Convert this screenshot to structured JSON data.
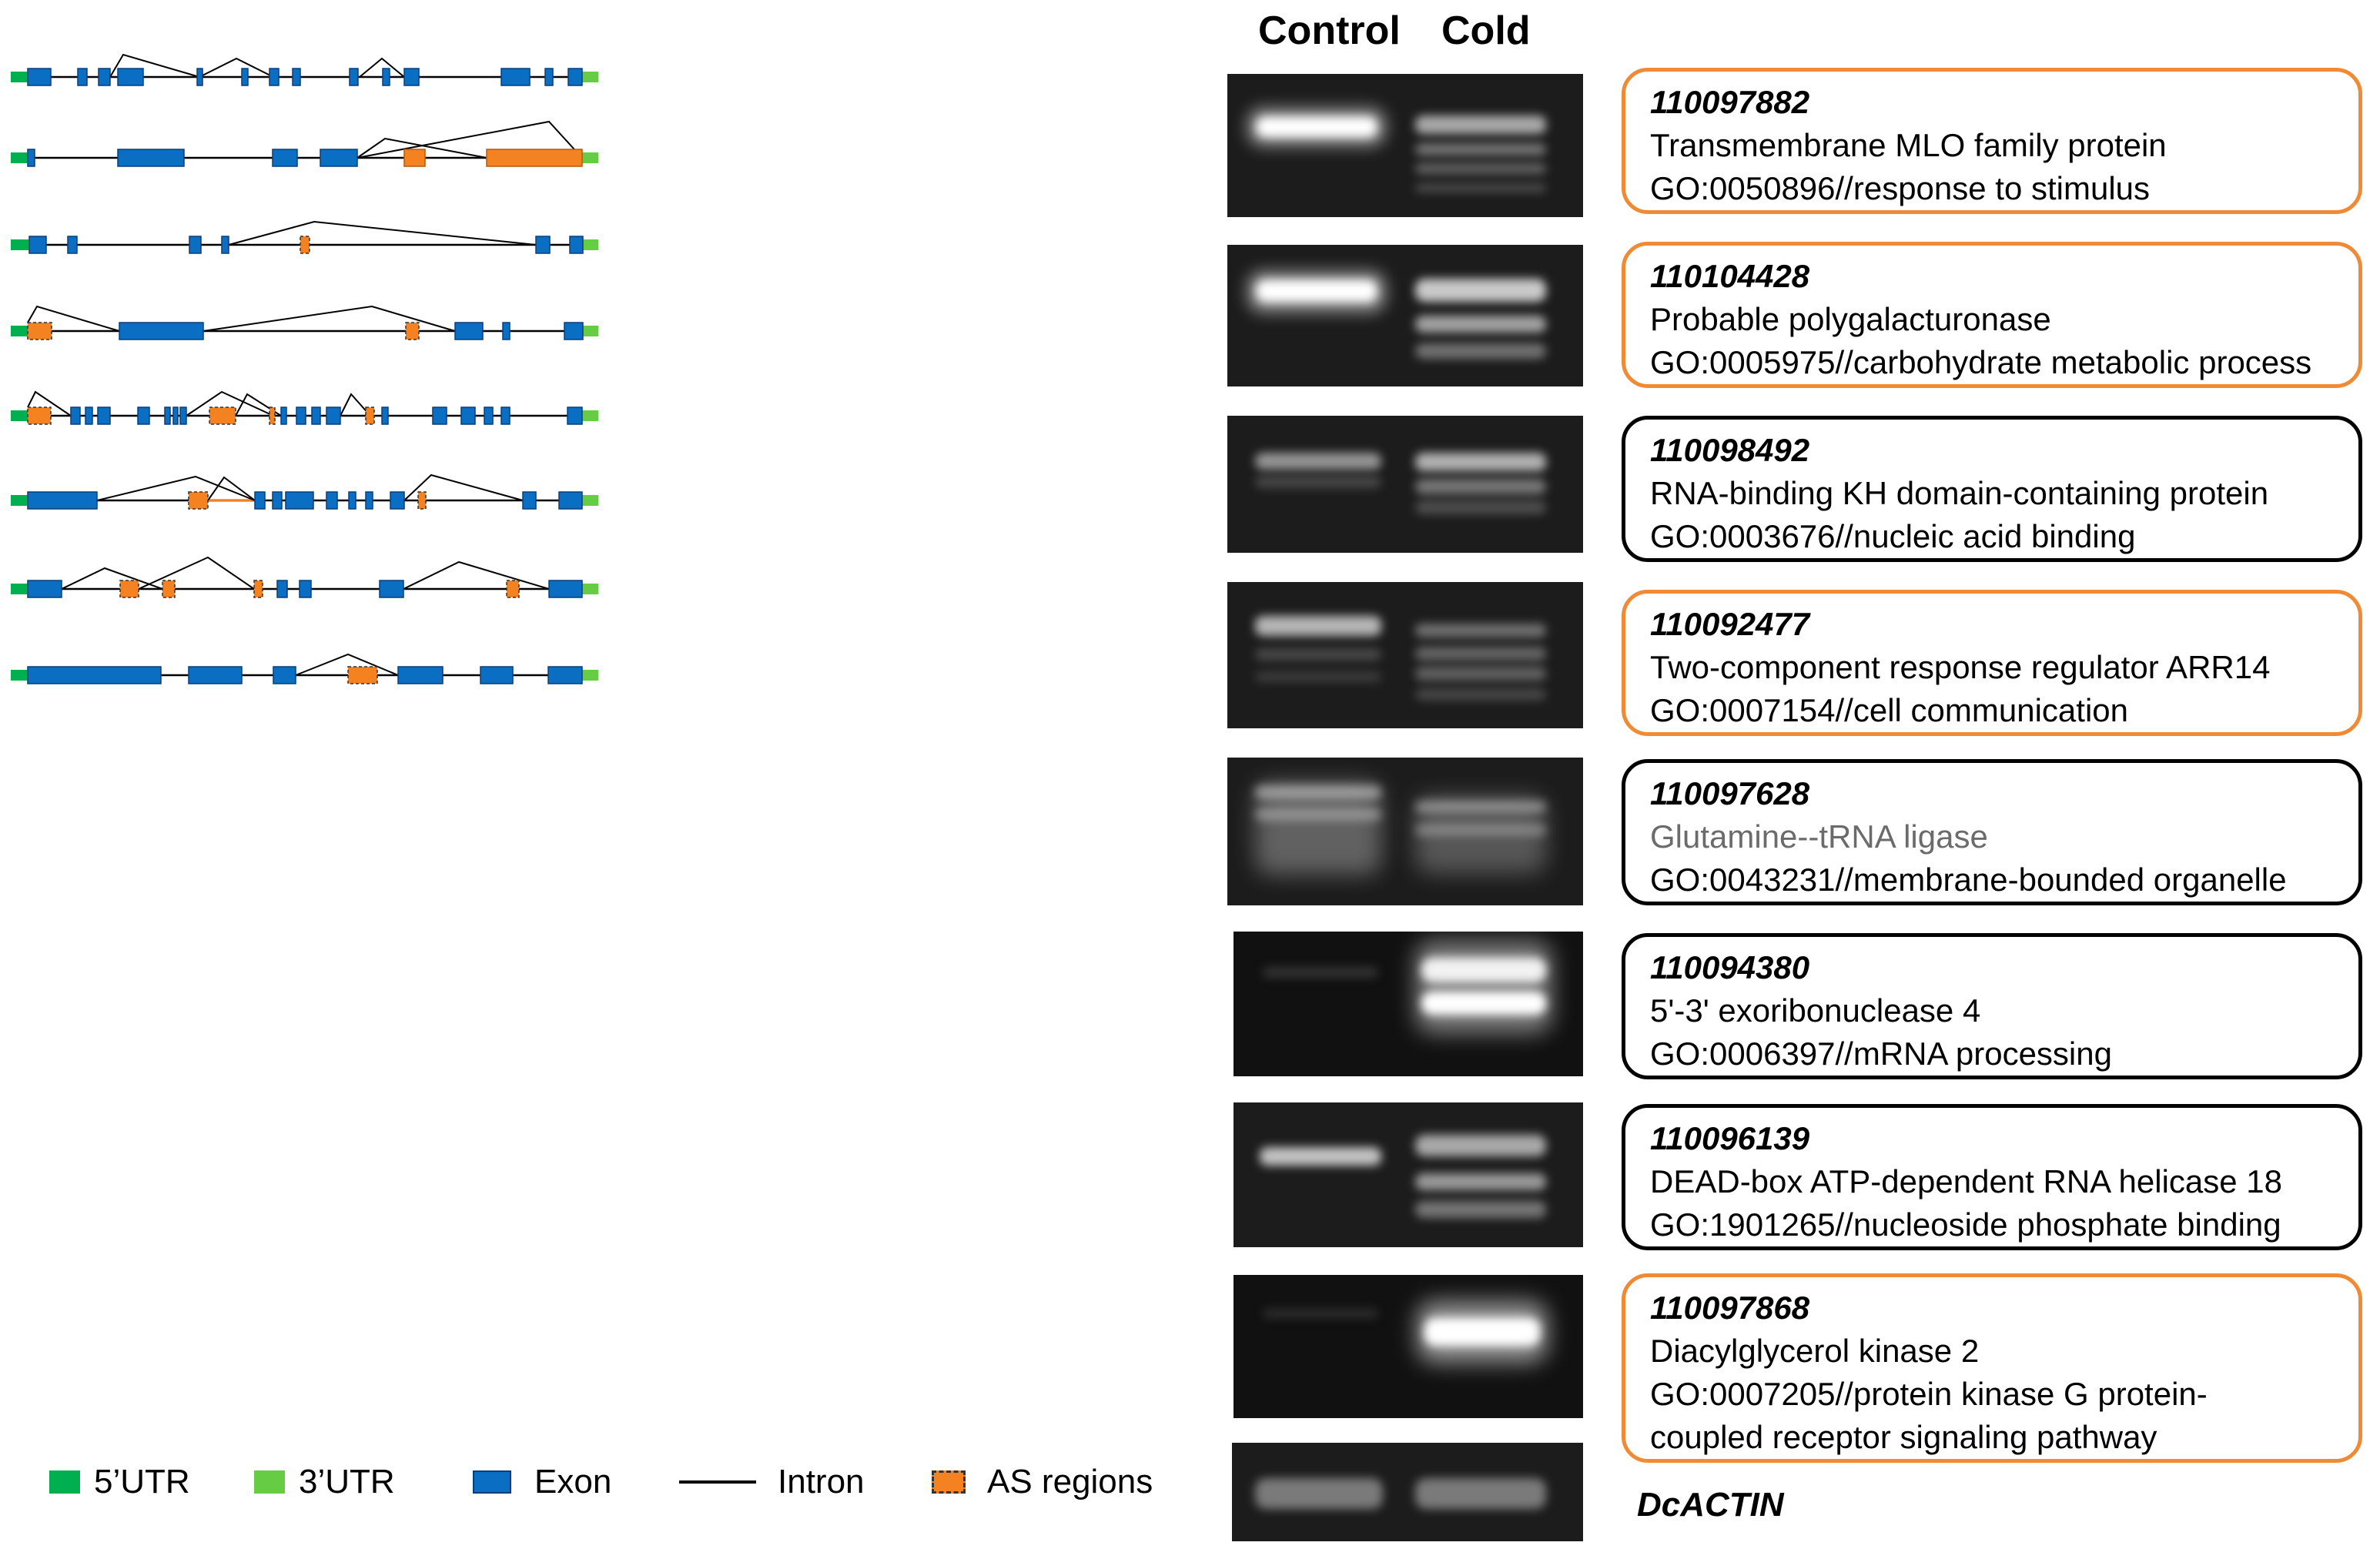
{
  "gel": {
    "headers": [
      "Control",
      "Cold"
    ]
  },
  "legend": {
    "items": [
      {
        "label": "5’UTR",
        "icon": "utr5-swatch",
        "color": "#00b050"
      },
      {
        "label": "3’UTR",
        "icon": "utr3-swatch",
        "color": "#66cc44"
      },
      {
        "label": "Exon",
        "icon": "exon-swatch",
        "color": "#0a6fc2"
      },
      {
        "label": "Intron",
        "icon": "intron-line",
        "color": "#000000"
      },
      {
        "label": "AS regions",
        "icon": "as-region-swatch",
        "color": "#f58220"
      }
    ]
  },
  "colors": {
    "exon": "#0a6fc2",
    "as_region": "#f58220",
    "utr5": "#00b050",
    "utr3": "#66cc44",
    "box_orange": "#f08a35"
  },
  "genes": [
    {
      "id": "110097882",
      "description": "Transmembrane MLO family protein",
      "go": "GO:0050896//response to stimulus",
      "box": "orange"
    },
    {
      "id": "110104428",
      "description": "Probable polygalacturonase",
      "go": "GO:0005975//carbohydrate metabolic process",
      "box": "orange"
    },
    {
      "id": "110098492",
      "description": "RNA-binding KH domain-containing protein",
      "go": "GO:0003676//nucleic acid binding",
      "box": "black"
    },
    {
      "id": "110092477",
      "description": "Two-component response regulator ARR14",
      "go": "GO:0007154//cell communication",
      "box": "orange"
    },
    {
      "id": "110097628",
      "description": "Glutamine--tRNA ligase",
      "go": "GO:0043231//membrane-bounded organelle",
      "box": "black"
    },
    {
      "id": "110094380",
      "description": "5'-3' exoribonuclease 4",
      "go": "GO:0006397//mRNA processing",
      "box": "black"
    },
    {
      "id": "110096139",
      "description": "DEAD-box ATP-dependent RNA helicase 18",
      "go": "GO:1901265//nucleoside phosphate binding",
      "box": "black"
    },
    {
      "id": "110097868",
      "description": "Diacylglycerol kinase 2",
      "go": "GO:0007205//protein kinase G protein-coupled receptor signaling pathway",
      "go_lines": [
        "GO:0007205//protein kinase G protein-",
        "coupled receptor signaling pathway"
      ],
      "box": "orange"
    }
  ],
  "reference_gene": "DcACTIN"
}
